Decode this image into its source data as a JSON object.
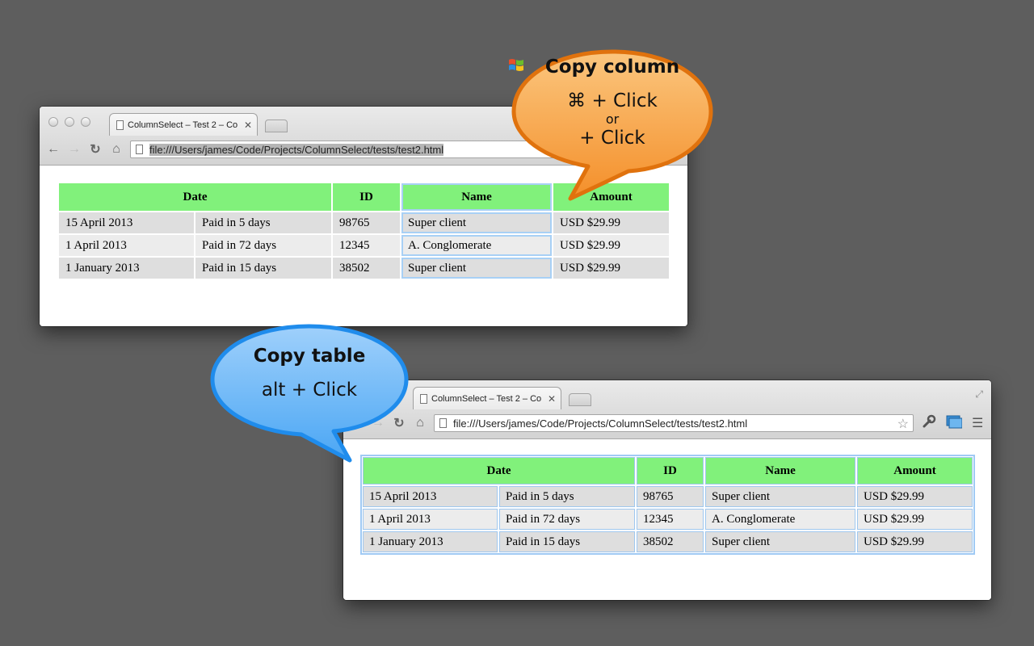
{
  "browser": {
    "tab_title": "ColumnSelect – Test 2 – Co",
    "url": "file:///Users/james/Code/Projects/ColumnSelect/tests/test2.html"
  },
  "table": {
    "headers": {
      "date": "Date",
      "id": "ID",
      "name": "Name",
      "amount": "Amount"
    },
    "rows": [
      {
        "date": "15 April 2013",
        "paid": "Paid in 5 days",
        "id": "98765",
        "name": "Super client",
        "amount": "USD $29.99"
      },
      {
        "date": "1 April 2013",
        "paid": "Paid in 72 days",
        "id": "12345",
        "name": "A. Conglomerate",
        "amount": "USD $29.99"
      },
      {
        "date": "1 January 2013",
        "paid": "Paid in 15 days",
        "id": "38502",
        "name": "Super client",
        "amount": "USD $29.99"
      }
    ]
  },
  "callout_column": {
    "title": "Copy column",
    "mac_key": "⌘",
    "click": "+ Click",
    "or": "or"
  },
  "callout_table": {
    "title": "Copy table",
    "shortcut": "alt + Click"
  },
  "colors": {
    "header_green": "#81f17b",
    "callout_orange": "#f6a04a",
    "callout_blue": "#3fa0f2",
    "desktop": "#5e5e5e"
  }
}
